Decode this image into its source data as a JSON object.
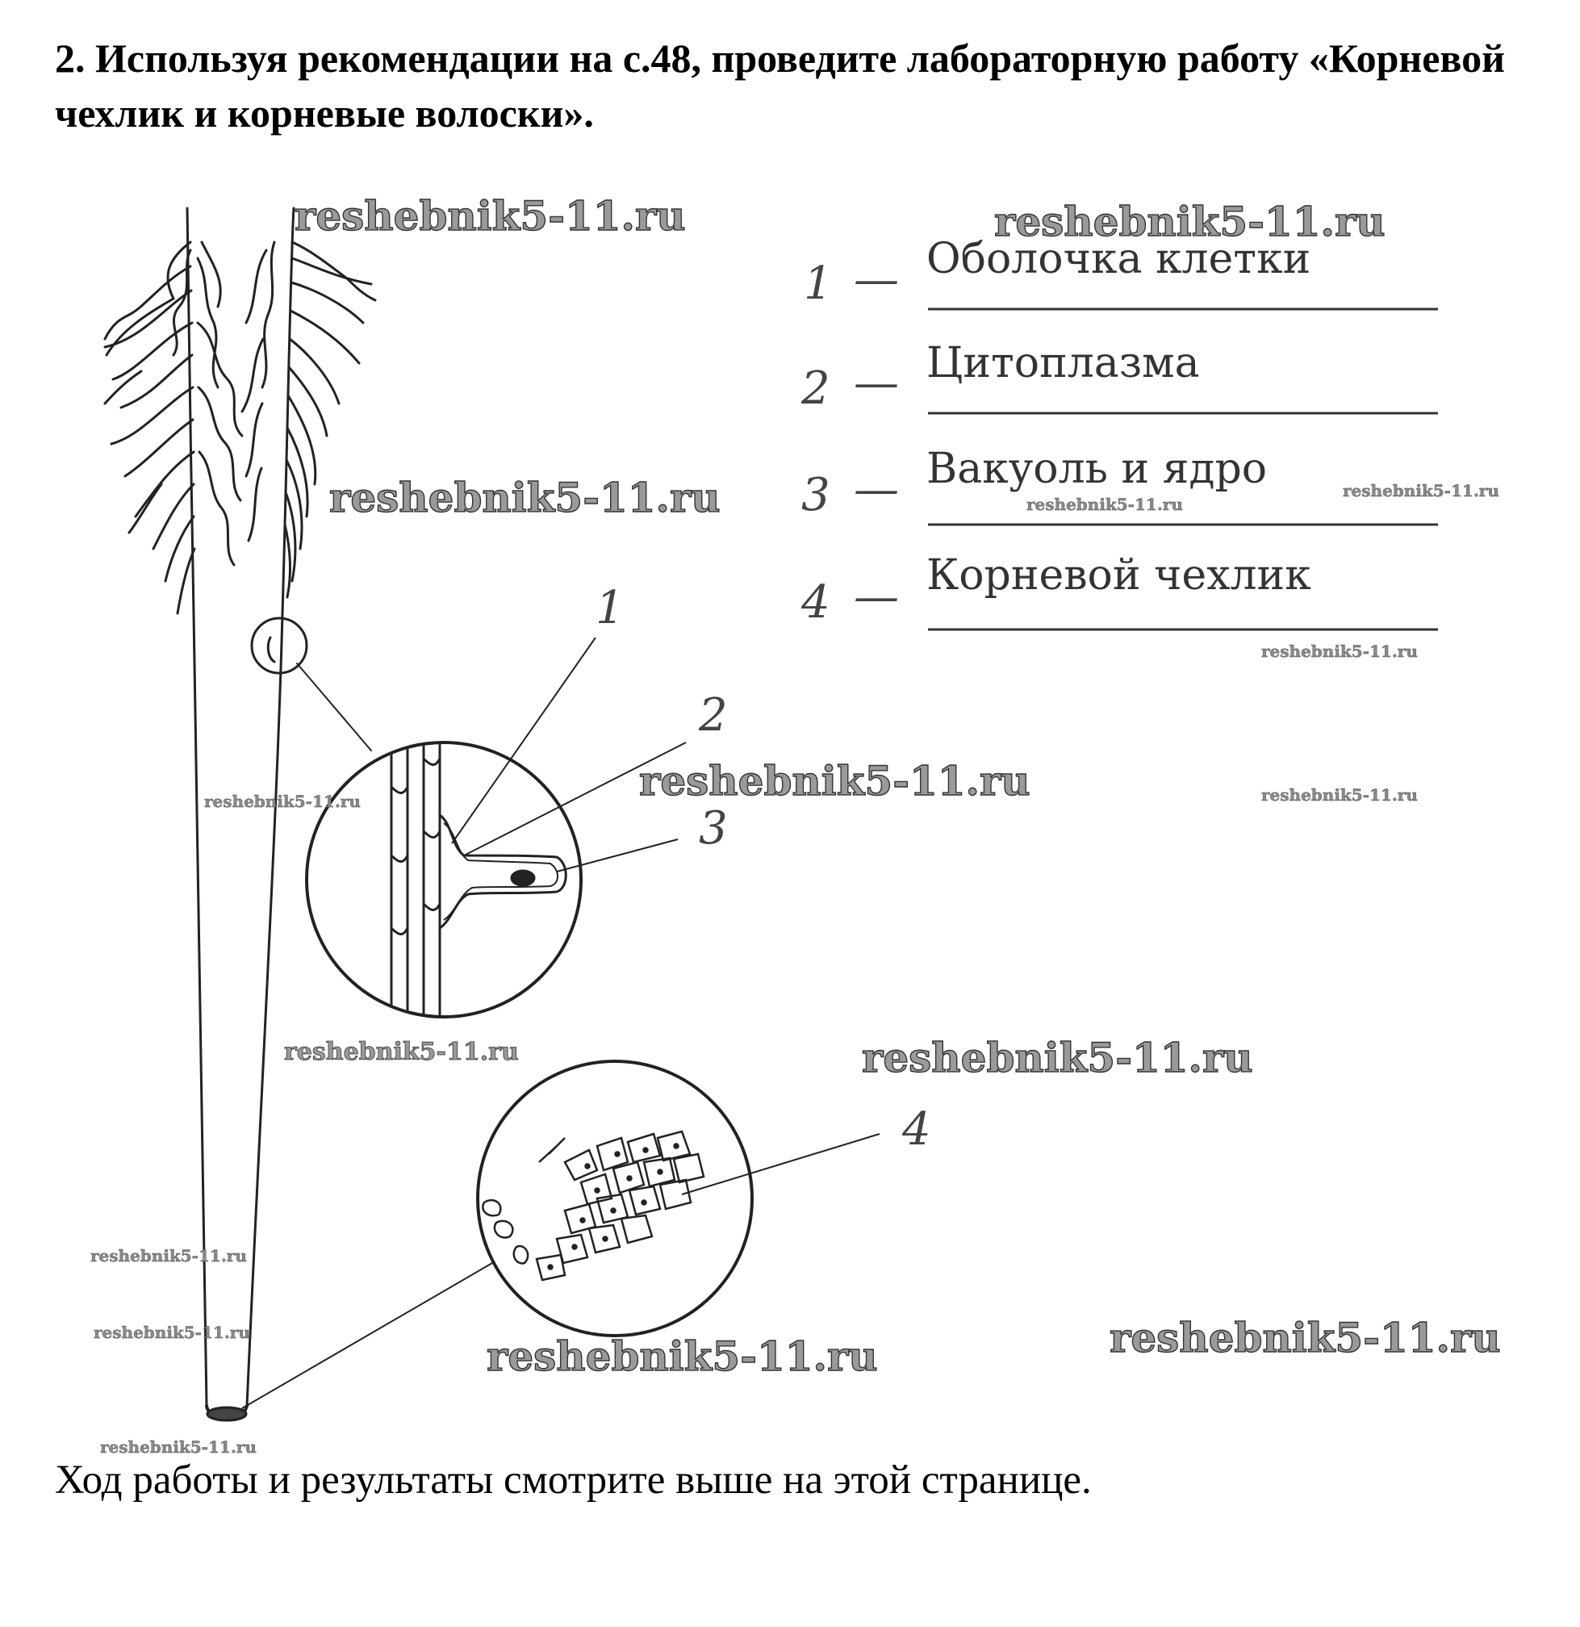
{
  "task": {
    "title": "2. Используя рекомендации на с.48, проведите лабораторную работу «Корневой чехлик и корневые волоски»."
  },
  "answers": [
    {
      "number": "1",
      "dash": "—",
      "text": "Оболочка клетки"
    },
    {
      "number": "2",
      "dash": "—",
      "text": "Цитоплазма"
    },
    {
      "number": "3",
      "dash": "—",
      "text": "Вакуоль и ядро"
    },
    {
      "number": "4",
      "dash": "—",
      "text": "Корневой чехлик"
    }
  ],
  "callouts": [
    "1",
    "2",
    "3",
    "4"
  ],
  "watermark": "reshebnik5-11.ru",
  "footer": {
    "note": "Ход работы и результаты смотрите выше на этой странице."
  }
}
